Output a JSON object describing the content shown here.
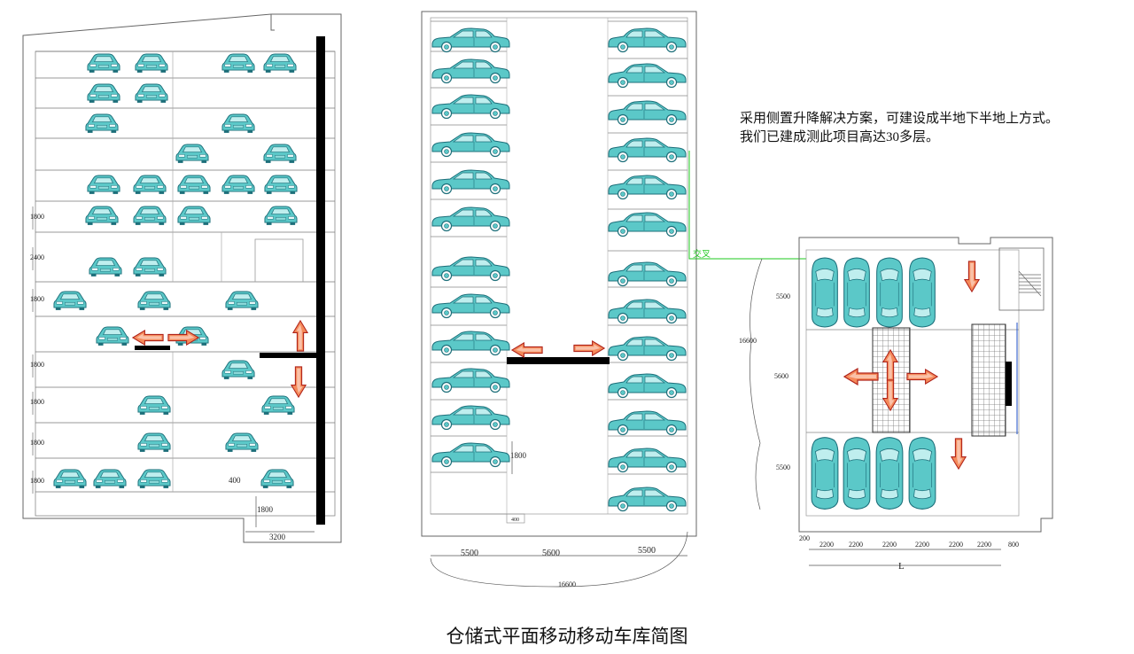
{
  "note": {
    "line1": "采用侧置升降解决方案，可建设成半地下半地上方式。",
    "line2": "我们已建成测此项目高达30多层。"
  },
  "caption": "仓储式平面移动移动车库简图",
  "left_view": {
    "dims": [
      "1800",
      "2400",
      "1800",
      "1800",
      "1800",
      "1800",
      "1800"
    ],
    "small_dim": "400",
    "bottom_dim": "1800",
    "width_dim": "3200"
  },
  "middle_view": {
    "height_dim": "1800",
    "bottom_small": "400",
    "widths": [
      "5500",
      "5600",
      "5500"
    ],
    "total": "16600"
  },
  "right_view": {
    "heights": [
      "5500",
      "5600",
      "5500"
    ],
    "total": "16600",
    "widths": [
      "200",
      "2200",
      "2200",
      "2200",
      "2200",
      "2200",
      "2200",
      "800"
    ],
    "L": "L",
    "green_label": "交叉"
  },
  "colors": {
    "car": "#5bc8c8",
    "car_stroke": "#1d6f7a",
    "arrow_fill": "#f58a5a",
    "arrow_stroke": "#b0241b",
    "grid_line": "#888888",
    "green": "#1ec81e",
    "lift": "#000000"
  }
}
